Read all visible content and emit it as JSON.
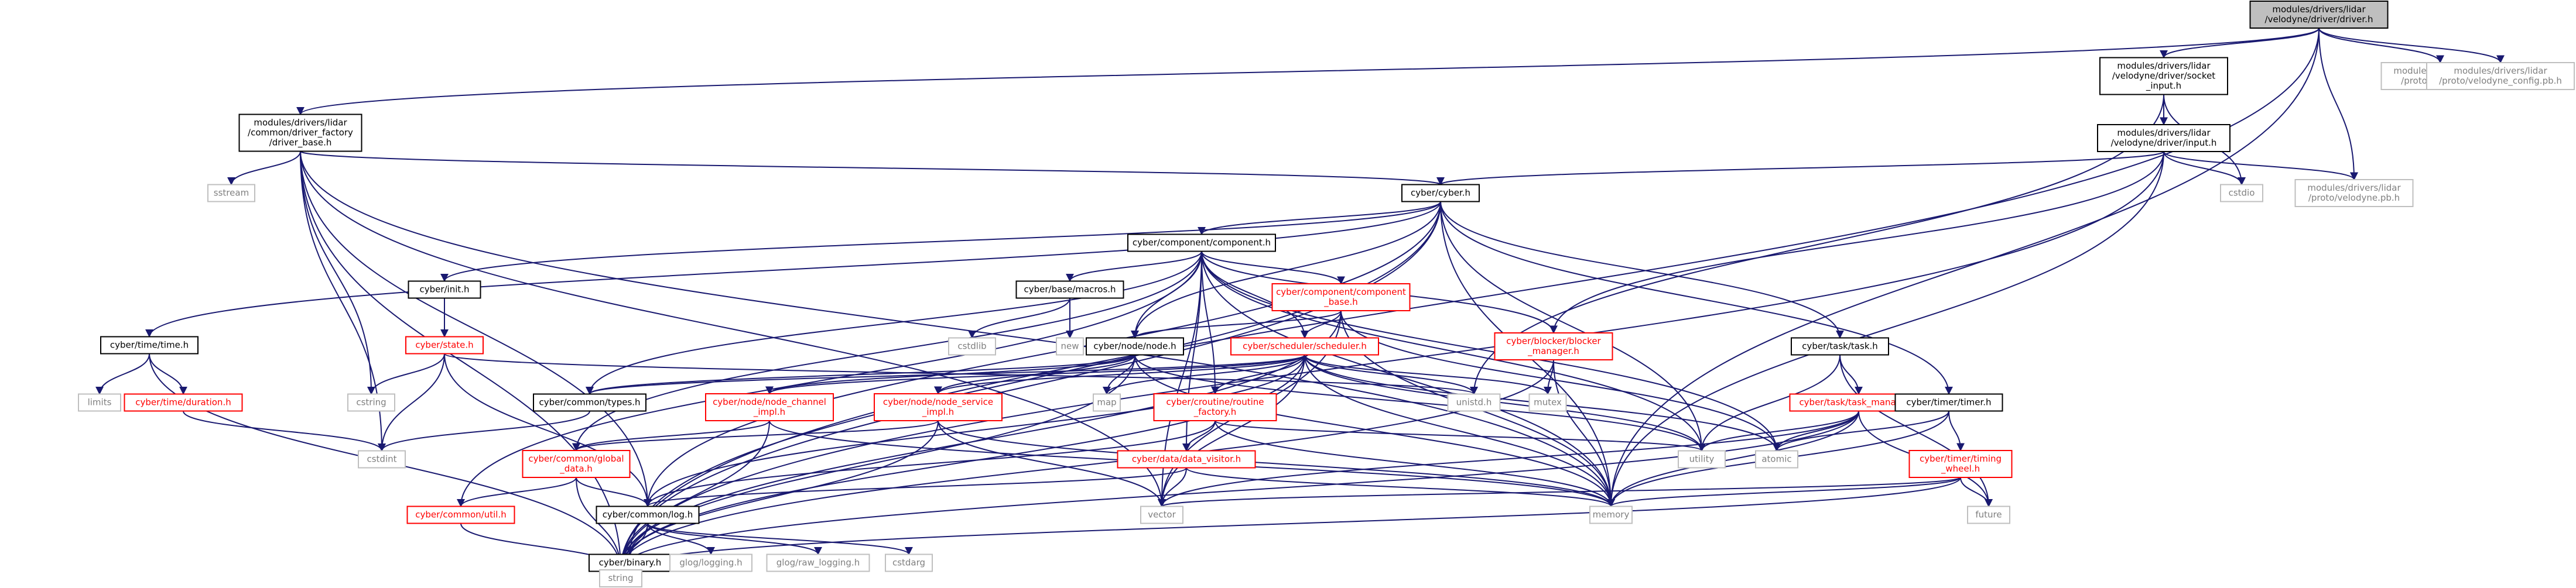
{
  "colors": {
    "edge": "#191970",
    "node_text": "#000000",
    "missing_text": "#7f7f7f",
    "header_text": "#ff0000",
    "root_fill": "#bfbfbf",
    "box_fill": "#ffffff",
    "box_border": "#000000",
    "header_border": "#ff0000",
    "missing_border": "#bfbfbf"
  },
  "nodes": [
    {
      "id": "root",
      "kind": "root",
      "lines": [
        "modules/drivers/lidar",
        "/velodyne/driver/driver.h"
      ]
    },
    {
      "id": "socket",
      "kind": "file",
      "lines": [
        "modules/drivers/lidar",
        "/velodyne/driver/socket",
        "_input.h"
      ]
    },
    {
      "id": "configpb",
      "kind": "missing",
      "lines": [
        "modules/drivers/lidar",
        "/proto/config.pb.h"
      ]
    },
    {
      "id": "velconfigpb",
      "kind": "missing",
      "lines": [
        "modules/drivers/lidar",
        "/proto/velodyne_config.pb.h"
      ]
    },
    {
      "id": "driverbase",
      "kind": "file",
      "lines": [
        "modules/drivers/lidar",
        "/common/driver_factory",
        "/driver_base.h"
      ]
    },
    {
      "id": "input",
      "kind": "file",
      "lines": [
        "modules/drivers/lidar",
        "/velodyne/driver/input.h"
      ]
    },
    {
      "id": "sstream",
      "kind": "missing",
      "lines": [
        "sstream"
      ]
    },
    {
      "id": "cyber",
      "kind": "file",
      "lines": [
        "cyber/cyber.h"
      ]
    },
    {
      "id": "cstdio",
      "kind": "missing",
      "lines": [
        "cstdio"
      ]
    },
    {
      "id": "velpb",
      "kind": "missing",
      "lines": [
        "modules/drivers/lidar",
        "/proto/velodyne.pb.h"
      ]
    },
    {
      "id": "component",
      "kind": "file",
      "lines": [
        "cyber/component/component.h"
      ]
    },
    {
      "id": "init",
      "kind": "file",
      "lines": [
        "cyber/init.h"
      ]
    },
    {
      "id": "macros",
      "kind": "file",
      "lines": [
        "cyber/base/macros.h"
      ]
    },
    {
      "id": "compbase",
      "kind": "header",
      "lines": [
        "cyber/component/component",
        "_base.h"
      ]
    },
    {
      "id": "timeh",
      "kind": "file",
      "lines": [
        "cyber/time/time.h"
      ]
    },
    {
      "id": "state",
      "kind": "header",
      "lines": [
        "cyber/state.h"
      ]
    },
    {
      "id": "cstdlib",
      "kind": "missing",
      "lines": [
        "cstdlib"
      ]
    },
    {
      "id": "new",
      "kind": "missing",
      "lines": [
        "new"
      ]
    },
    {
      "id": "nodeh",
      "kind": "file",
      "lines": [
        "cyber/node/node.h"
      ]
    },
    {
      "id": "scheduler",
      "kind": "header",
      "lines": [
        "cyber/scheduler/scheduler.h"
      ]
    },
    {
      "id": "blocker",
      "kind": "header",
      "lines": [
        "cyber/blocker/blocker",
        "_manager.h"
      ]
    },
    {
      "id": "task",
      "kind": "file",
      "lines": [
        "cyber/task/task.h"
      ]
    },
    {
      "id": "limits",
      "kind": "missing",
      "lines": [
        "limits"
      ]
    },
    {
      "id": "duration",
      "kind": "header",
      "lines": [
        "cyber/time/duration.h"
      ]
    },
    {
      "id": "cstring",
      "kind": "missing",
      "lines": [
        "cstring"
      ]
    },
    {
      "id": "types",
      "kind": "file",
      "lines": [
        "cyber/common/types.h"
      ]
    },
    {
      "id": "nodechannel",
      "kind": "header",
      "lines": [
        "cyber/node/node_channel",
        "_impl.h"
      ]
    },
    {
      "id": "nodeservice",
      "kind": "header",
      "lines": [
        "cyber/node/node_service",
        "_impl.h"
      ]
    },
    {
      "id": "map",
      "kind": "missing",
      "lines": [
        "map"
      ]
    },
    {
      "id": "routine",
      "kind": "header",
      "lines": [
        "cyber/croutine/routine",
        "_factory.h"
      ]
    },
    {
      "id": "uint",
      "kind": "missing",
      "lines": [
        "unistd.h"
      ]
    },
    {
      "id": "mutex",
      "kind": "missing",
      "lines": [
        "mutex"
      ]
    },
    {
      "id": "taskmgr",
      "kind": "header",
      "lines": [
        "cyber/task/task_manager.h"
      ]
    },
    {
      "id": "timer",
      "kind": "file",
      "lines": [
        "cyber/timer/timer.h"
      ]
    },
    {
      "id": "cstdint",
      "kind": "missing",
      "lines": [
        "cstdint"
      ]
    },
    {
      "id": "global",
      "kind": "header",
      "lines": [
        "cyber/common/global",
        "_data.h"
      ]
    },
    {
      "id": "visitor",
      "kind": "header",
      "lines": [
        "cyber/data/data_visitor.h"
      ]
    },
    {
      "id": "utility",
      "kind": "missing",
      "lines": [
        "utility"
      ]
    },
    {
      "id": "atomic",
      "kind": "missing",
      "lines": [
        "atomic"
      ]
    },
    {
      "id": "timing",
      "kind": "header",
      "lines": [
        "cyber/timer/timing",
        "_wheel.h"
      ]
    },
    {
      "id": "util",
      "kind": "header",
      "lines": [
        "cyber/common/util.h"
      ]
    },
    {
      "id": "log",
      "kind": "file",
      "lines": [
        "cyber/common/log.h"
      ]
    },
    {
      "id": "vector",
      "kind": "missing",
      "lines": [
        "vector"
      ]
    },
    {
      "id": "memory",
      "kind": "missing",
      "lines": [
        "memory"
      ]
    },
    {
      "id": "future",
      "kind": "missing",
      "lines": [
        "future"
      ]
    },
    {
      "id": "binary",
      "kind": "file",
      "lines": [
        "cyber/binary.h"
      ]
    },
    {
      "id": "glog",
      "kind": "missing",
      "lines": [
        "glog/logging.h"
      ]
    },
    {
      "id": "rawlog",
      "kind": "missing",
      "lines": [
        "glog/raw_logging.h"
      ]
    },
    {
      "id": "cstdarg",
      "kind": "missing",
      "lines": [
        "cstdarg"
      ]
    },
    {
      "id": "string",
      "kind": "missing",
      "lines": [
        "string"
      ]
    }
  ],
  "edges": [
    [
      "root",
      "socket"
    ],
    [
      "root",
      "configpb"
    ],
    [
      "root",
      "velconfigpb"
    ],
    [
      "root",
      "driverbase"
    ],
    [
      "root",
      "memory"
    ],
    [
      "root",
      "string"
    ],
    [
      "root",
      "velpb"
    ],
    [
      "socket",
      "input"
    ],
    [
      "socket",
      "cstdio"
    ],
    [
      "socket",
      "uint"
    ],
    [
      "input",
      "cyber"
    ],
    [
      "input",
      "cstdio"
    ],
    [
      "input",
      "velpb"
    ],
    [
      "input",
      "memory"
    ],
    [
      "input",
      "string"
    ],
    [
      "input",
      "blocker"
    ],
    [
      "driverbase",
      "sstream"
    ],
    [
      "driverbase",
      "cyber"
    ],
    [
      "driverbase",
      "cstring"
    ],
    [
      "driverbase",
      "cstdint"
    ],
    [
      "driverbase",
      "log"
    ],
    [
      "driverbase",
      "string"
    ],
    [
      "driverbase",
      "vector"
    ],
    [
      "driverbase",
      "memory"
    ],
    [
      "cyber",
      "component"
    ],
    [
      "cyber",
      "init"
    ],
    [
      "cyber",
      "timeh"
    ],
    [
      "cyber",
      "task"
    ],
    [
      "cyber",
      "timer"
    ],
    [
      "cyber",
      "nodeh"
    ],
    [
      "cyber",
      "log"
    ],
    [
      "cyber",
      "string"
    ],
    [
      "cyber",
      "memory"
    ],
    [
      "cyber",
      "utility"
    ],
    [
      "cyber",
      "binary"
    ],
    [
      "component",
      "macros"
    ],
    [
      "component",
      "compbase"
    ],
    [
      "component",
      "scheduler"
    ],
    [
      "component",
      "blocker"
    ],
    [
      "component",
      "nodeh"
    ],
    [
      "component",
      "types"
    ],
    [
      "component",
      "global"
    ],
    [
      "component",
      "visitor"
    ],
    [
      "component",
      "routine"
    ],
    [
      "component",
      "util"
    ],
    [
      "component",
      "utility"
    ],
    [
      "component",
      "vector"
    ],
    [
      "component",
      "memory"
    ],
    [
      "component",
      "atomic"
    ],
    [
      "init",
      "state"
    ],
    [
      "macros",
      "cstdlib"
    ],
    [
      "macros",
      "new"
    ],
    [
      "compbase",
      "nodeh"
    ],
    [
      "compbase",
      "scheduler"
    ],
    [
      "compbase",
      "atomic"
    ],
    [
      "compbase",
      "vector"
    ],
    [
      "compbase",
      "memory"
    ],
    [
      "compbase",
      "string"
    ],
    [
      "timeh",
      "limits"
    ],
    [
      "timeh",
      "duration"
    ],
    [
      "timeh",
      "string"
    ],
    [
      "duration",
      "cstdint"
    ],
    [
      "state",
      "cstring"
    ],
    [
      "state",
      "cstdint"
    ],
    [
      "state",
      "uint"
    ],
    [
      "state",
      "log"
    ],
    [
      "nodeh",
      "nodechannel"
    ],
    [
      "nodeh",
      "nodeservice"
    ],
    [
      "nodeh",
      "map"
    ],
    [
      "nodeh",
      "memory"
    ],
    [
      "nodeh",
      "utility"
    ],
    [
      "nodeh",
      "string"
    ],
    [
      "nodeh",
      "types"
    ],
    [
      "scheduler",
      "routine"
    ],
    [
      "scheduler",
      "uint"
    ],
    [
      "scheduler",
      "mutex"
    ],
    [
      "scheduler",
      "map"
    ],
    [
      "scheduler",
      "log"
    ],
    [
      "scheduler",
      "types"
    ],
    [
      "scheduler",
      "atomic"
    ],
    [
      "scheduler",
      "utility"
    ],
    [
      "scheduler",
      "vector"
    ],
    [
      "scheduler",
      "memory"
    ],
    [
      "scheduler",
      "string"
    ],
    [
      "scheduler",
      "nodechannel"
    ],
    [
      "scheduler",
      "nodeservice"
    ],
    [
      "blocker",
      "mutex"
    ],
    [
      "blocker",
      "memory"
    ],
    [
      "blocker",
      "string"
    ],
    [
      "task",
      "taskmgr"
    ],
    [
      "task",
      "future"
    ],
    [
      "task",
      "utility"
    ],
    [
      "timer",
      "timing"
    ],
    [
      "timer",
      "atomic"
    ],
    [
      "timer",
      "memory"
    ],
    [
      "types",
      "cstdint"
    ],
    [
      "nodechannel",
      "global"
    ],
    [
      "nodechannel",
      "memory"
    ],
    [
      "nodechannel",
      "string"
    ],
    [
      "nodeservice",
      "global"
    ],
    [
      "nodeservice",
      "string"
    ],
    [
      "nodeservice",
      "vector"
    ],
    [
      "nodeservice",
      "memory"
    ],
    [
      "routine",
      "visitor"
    ],
    [
      "routine",
      "log"
    ],
    [
      "routine",
      "utility"
    ],
    [
      "routine",
      "memory"
    ],
    [
      "taskmgr",
      "atomic"
    ],
    [
      "taskmgr",
      "future"
    ],
    [
      "taskmgr",
      "memory"
    ],
    [
      "taskmgr",
      "string"
    ],
    [
      "taskmgr",
      "utility"
    ],
    [
      "taskmgr",
      "vector"
    ],
    [
      "global",
      "log"
    ],
    [
      "global",
      "util"
    ],
    [
      "global",
      "string"
    ],
    [
      "visitor",
      "log"
    ],
    [
      "visitor",
      "vector"
    ],
    [
      "visitor",
      "memory"
    ],
    [
      "timing",
      "future"
    ],
    [
      "timing",
      "vector"
    ],
    [
      "timing",
      "memory"
    ],
    [
      "timing",
      "string"
    ],
    [
      "util",
      "string"
    ],
    [
      "log",
      "binary"
    ],
    [
      "log",
      "glog"
    ],
    [
      "log",
      "rawlog"
    ],
    [
      "log",
      "cstdarg"
    ],
    [
      "log",
      "string"
    ],
    [
      "binary",
      "string"
    ]
  ]
}
